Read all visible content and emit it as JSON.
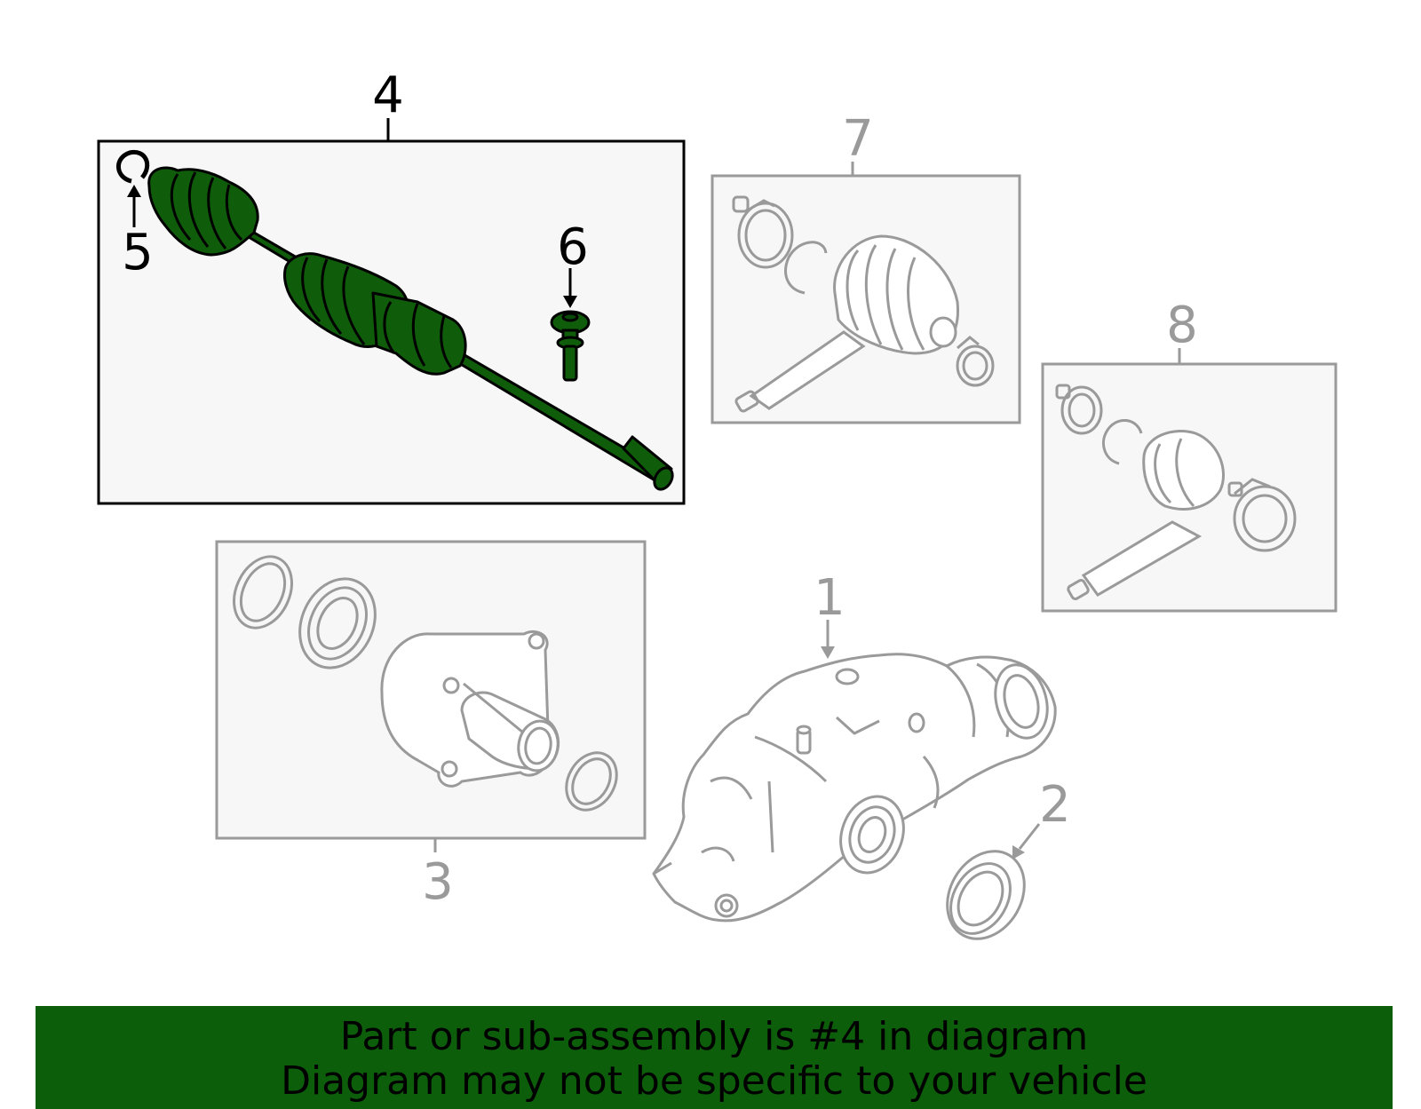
{
  "callouts": {
    "c1": "1",
    "c2": "2",
    "c3": "3",
    "c4": "4",
    "c5": "5",
    "c6": "6",
    "c7": "7",
    "c8": "8"
  },
  "banner": {
    "line1": "Part or sub-assembly is #4 in diagram",
    "line2": "Diagram may not be specific to your vehicle"
  },
  "colors": {
    "highlight_part": "#0f5c0a",
    "banner": "#0d5e0b",
    "dim_outline": "#9a9a9a",
    "box_fill": "#f7f7f7"
  }
}
